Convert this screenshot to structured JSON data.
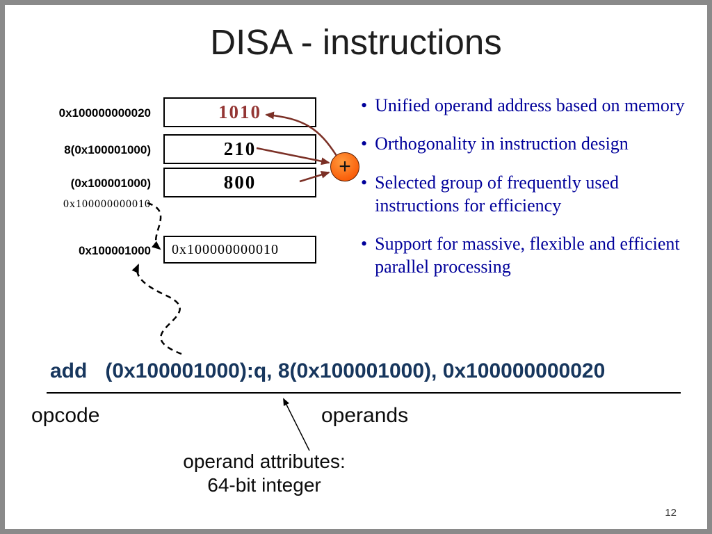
{
  "slide": {
    "title": "DISA - instructions",
    "page_number": "12"
  },
  "diagram": {
    "plus_symbol": "+",
    "rows": [
      {
        "label": "0x100000000020",
        "value": "1010"
      },
      {
        "label": "8(0x100001000)",
        "value": "210"
      },
      {
        "label": "(0x100001000)",
        "value": "800"
      }
    ],
    "indirect_address_label": "0x100000000010",
    "pointer_row": {
      "label": "0x100001000",
      "value": "0x100000000010"
    }
  },
  "bullets": [
    {
      "marker": "•",
      "text": "Unified operand address based on memory"
    },
    {
      "marker": "•",
      "text": "Orthogonality in instruction design"
    },
    {
      "marker": "•",
      "text": "Selected group of frequently used instructions for efficiency"
    },
    {
      "marker": "•",
      "text": "Support for massive, flexible and efficient parallel processing"
    }
  ],
  "instruction": {
    "opcode": "add",
    "operands": "(0x100001000):q, 8(0x100001000), 0x100000000020",
    "opcode_caption": "opcode",
    "operands_caption": "operands",
    "attribute_caption_line1": "operand attributes:",
    "attribute_caption_line2": "64-bit integer"
  },
  "colors": {
    "bullet_text": "#00009A",
    "instruction_text": "#17365D",
    "result_value": "#943634",
    "arrow": "#7B3026",
    "plus_fill": "#FA5C08"
  }
}
